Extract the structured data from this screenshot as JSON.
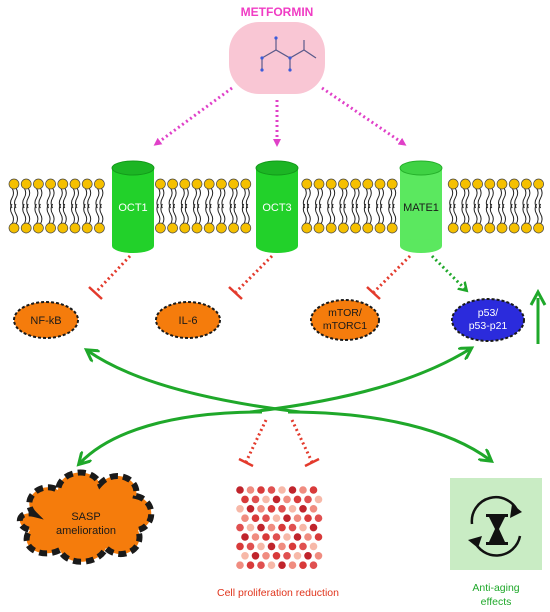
{
  "drug": {
    "name": "METFORMIN"
  },
  "transporters": [
    {
      "label": "OCT1"
    },
    {
      "label": "OCT3"
    },
    {
      "label": "MATE1"
    }
  ],
  "targets": [
    {
      "label_lines": [
        "NF-kB"
      ],
      "effect": "inhibition"
    },
    {
      "label_lines": [
        "IL-6"
      ],
      "effect": "inhibition"
    },
    {
      "label_lines": [
        "mTOR/",
        "mTORC1"
      ],
      "effect": "inhibition"
    },
    {
      "label_lines": [
        "p53/",
        "p53-p21"
      ],
      "effect": "activation"
    }
  ],
  "outcomes": {
    "sasp_lines": [
      "SASP",
      "amelioration"
    ],
    "proliferation": "Cell proliferation reduction",
    "antiaging_lines": [
      "Anti-aging",
      "effects"
    ]
  },
  "colors": {
    "drug_text": "#f03cc4",
    "drug_bg": "#f9c6d4",
    "magenta_arrow": "#e040c8",
    "transporter": "#22d12a",
    "transporter_light": "#5be85f",
    "inhibit": "#e33a2c",
    "activate": "#1fa82a",
    "target_orange": "#f57c0c",
    "target_blue": "#2b2bdc",
    "outcome_text_red": "#e0341c",
    "outcome_text_green": "#1fa82a",
    "antiaging_bg": "#c9ecc4",
    "lipid_head": "#f5c000"
  }
}
